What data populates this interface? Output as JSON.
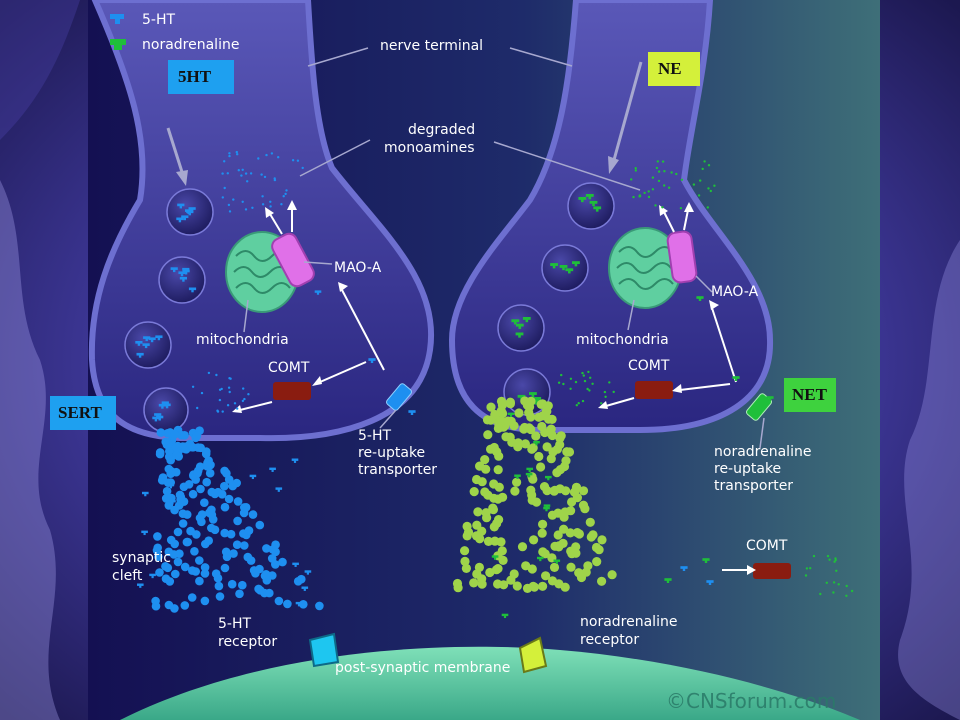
{
  "legend": {
    "serotonin": "5-HT",
    "noradrenaline": "noradrenaline"
  },
  "labels": {
    "nerve_terminal": "nerve terminal",
    "degraded_line1": "degraded",
    "degraded_line2": "monoamines",
    "mao_a_left": "MAO-A",
    "mao_a_right": "MAO-A",
    "mito_left": "mitochondria",
    "mito_right": "mitochondria",
    "comt_left": "COMT",
    "comt_right": "COMT",
    "comt_extra": "COMT",
    "ht_transporter_1": "5-HT",
    "ht_transporter_2": "re-uptake",
    "ht_transporter_3": "transporter",
    "na_transporter_1": "noradrenaline",
    "na_transporter_2": "re-uptake",
    "na_transporter_3": "transporter",
    "cleft_1": "synaptic",
    "cleft_2": "cleft",
    "ht_receptor_1": "5-HT",
    "ht_receptor_2": "receptor",
    "na_receptor_1": "noradrenaline",
    "na_receptor_2": "receptor",
    "membrane": "post-synaptic membrane",
    "copyright": "©CNSforum.com"
  },
  "tags": {
    "ht": "5HT",
    "ne": "NE",
    "sert": "SERT",
    "net": "NET"
  },
  "colors": {
    "serotonin": "#1e8ff0",
    "noradrenaline": "#1fbf3a",
    "na_cleft": "#9fd44a",
    "terminal": "#24206a",
    "terminal_outline": "#6d6fd0",
    "mitochondria": "#5fcfa0",
    "mao": "#e070e8",
    "comt": "#8a1c10",
    "membrane": "#5fc8a0"
  }
}
